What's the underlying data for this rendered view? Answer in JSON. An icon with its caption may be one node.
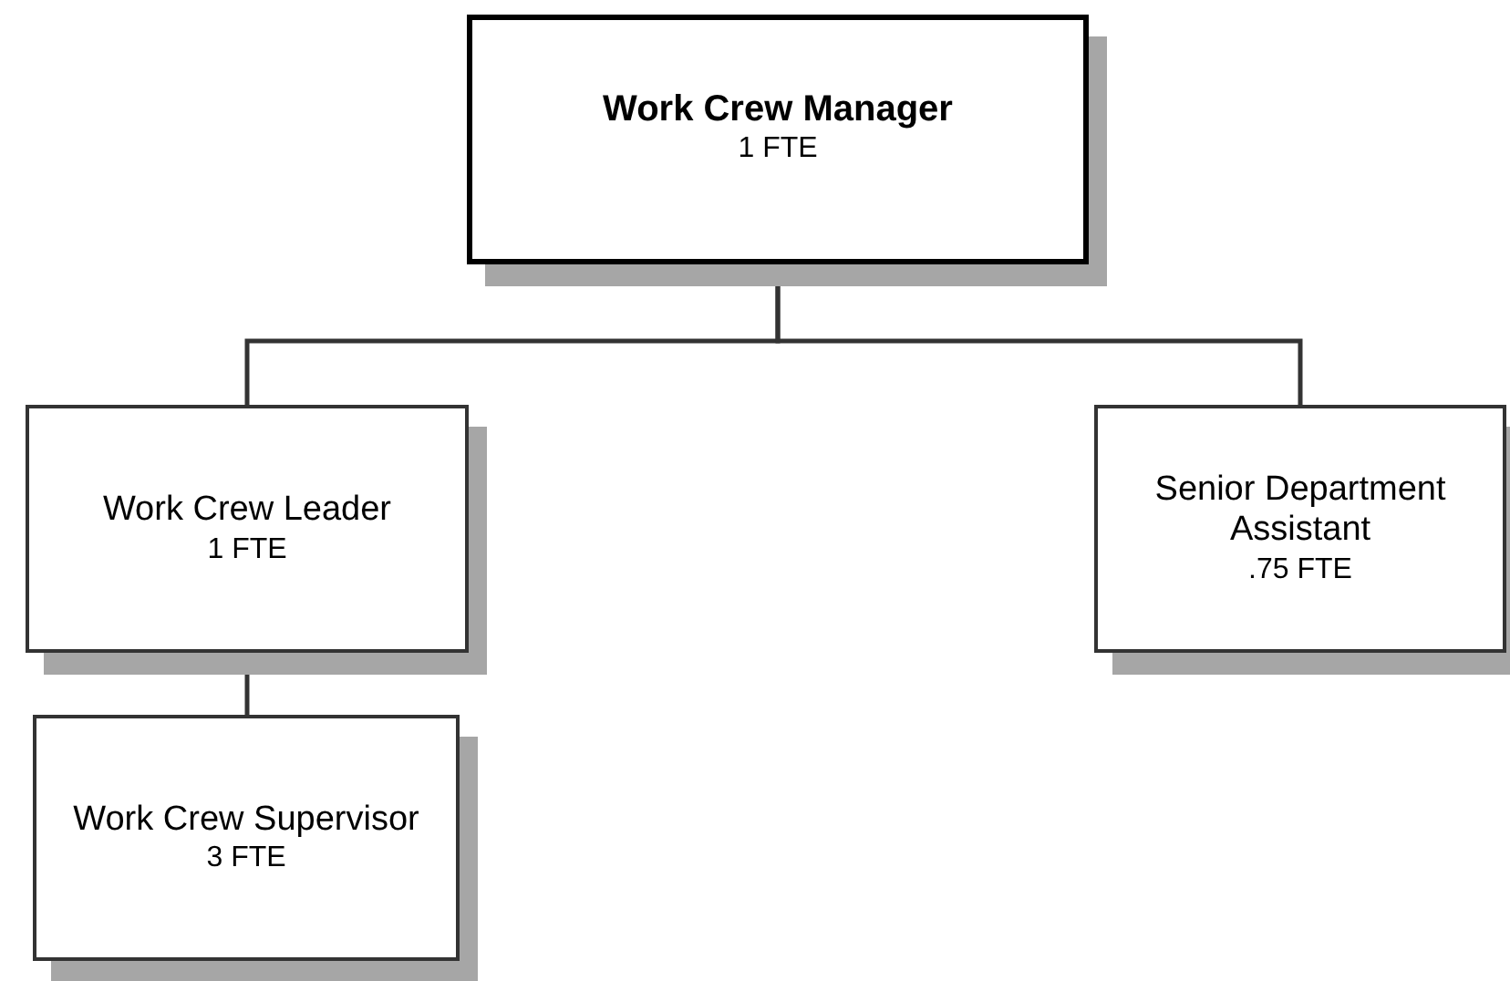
{
  "diagram": {
    "nodes": [
      {
        "text": [
          "Work Crew Manager",
          "1 FTE"
        ]
      },
      {
        "text": [
          "Work Crew Leader",
          "1 FTE"
        ]
      },
      {
        "text": [
          "Senior Department Assistant",
          ".75 FTE"
        ]
      },
      {
        "text": [
          "Work Crew Supervisor",
          "3 FTE"
        ]
      }
    ],
    "edges": [
      {
        "from": 0,
        "to": 1,
        "arrow": "none"
      },
      {
        "from": 0,
        "to": 2,
        "arrow": "none"
      },
      {
        "from": 1,
        "to": 3,
        "arrow": "none"
      }
    ]
  }
}
